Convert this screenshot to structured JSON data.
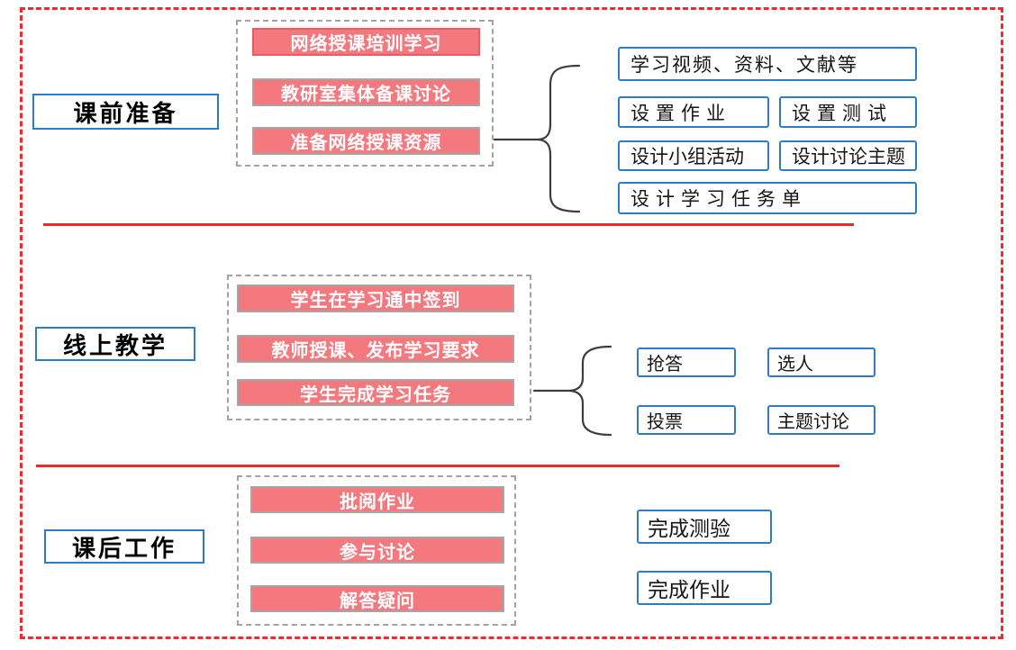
{
  "diagram_title": "blended-teaching-process-flowchart",
  "colors": {
    "outer_dashed_border": "#ee2b31",
    "divider_line": "#e92a2f",
    "pink_fill": "#f4797f",
    "pink_first_border": "#e85d63",
    "gray_box_border": "#a6a6a6",
    "group_dashed_border": "#a3a3a3",
    "blue_box_border": "#2e7cc2",
    "brace_stroke": "#3d3d3d",
    "pink_text": "#ffffff",
    "label_text": "#000000"
  },
  "sections": {
    "pre_class": {
      "label": "课前准备",
      "activities": [
        "网络授课培训学习",
        "教研室集体备课讨论",
        "准备网络授课资源"
      ],
      "resources": [
        "学习视频、资料、文献等",
        "设置作业",
        "设置测试",
        "设计小组活动",
        "设计讨论主题",
        "设计学习任务单"
      ]
    },
    "online_teaching": {
      "label": "线上教学",
      "activities": [
        "学生在学习通中签到",
        "教师授课、发布学习要求",
        "学生完成学习任务"
      ],
      "tools": [
        "抢答",
        "选人",
        "投票",
        "主题讨论"
      ]
    },
    "post_class": {
      "label": "课后工作",
      "activities": [
        "批阅作业",
        "参与讨论",
        "解答疑问"
      ],
      "student_tasks": [
        "完成测验",
        "完成作业"
      ]
    }
  }
}
